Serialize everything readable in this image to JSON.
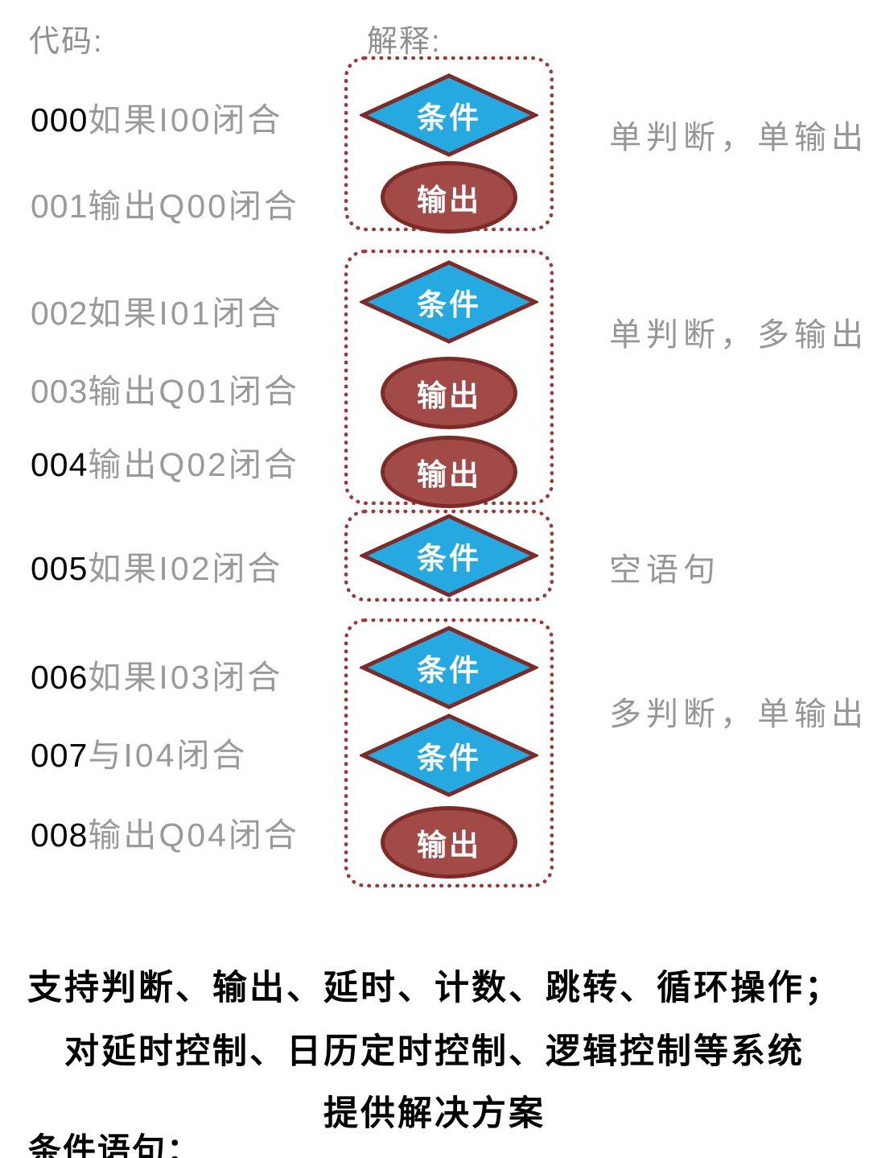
{
  "header": {
    "code_label": "代码:",
    "explain_label": "解释:"
  },
  "code_lines": [
    {
      "num": "000",
      "text": "如果I00闭合",
      "num_color": "black"
    },
    {
      "num": "001",
      "text": "输出Q00闭合",
      "num_color": "gray"
    },
    {
      "num": "002",
      "text": "如果I01闭合",
      "num_color": "gray"
    },
    {
      "num": "003",
      "text": "输出Q01闭合",
      "num_color": "gray"
    },
    {
      "num": "004",
      "text": "输出Q02闭合",
      "num_color": "black"
    },
    {
      "num": "005",
      "text": "如果I02闭合",
      "num_color": "black"
    },
    {
      "num": "006",
      "text": "如果I03闭合",
      "num_color": "black"
    },
    {
      "num": "007",
      "text": "与I04闭合",
      "num_color": "black"
    },
    {
      "num": "008",
      "text": "输出Q04闭合",
      "num_color": "black"
    }
  ],
  "shapes": {
    "condition": "条件",
    "output": "输出"
  },
  "groups": [
    {
      "label": "单判断，单输出"
    },
    {
      "label": "单判断，多输出"
    },
    {
      "label": "空语句"
    },
    {
      "label": "多判断，单输出"
    }
  ],
  "footer": {
    "lines": [
      "支持判断、输出、延时、计数、跳转、循环操作；",
      "对延时控制、日历定时控制、逻辑控制等系统",
      "提供解决方案"
    ],
    "section_label": "条件语句："
  },
  "colors": {
    "diamond_fill": "#25a9e0",
    "shape_border": "#7d2b28",
    "ellipse_fill": "#a14a48",
    "dash_border": "#9a3b38",
    "gray_text": "#969696",
    "black_text": "#000000"
  }
}
